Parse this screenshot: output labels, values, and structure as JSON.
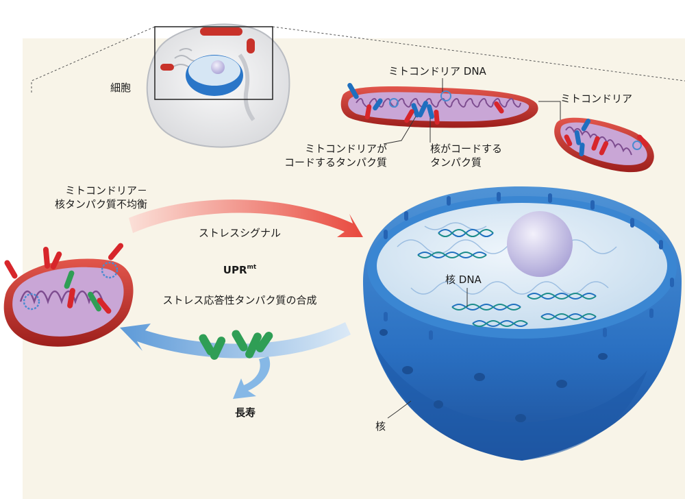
{
  "labels": {
    "cell": "細胞",
    "mito_dna": "ミトコンドリア DNA",
    "mitochondria": "ミトコンドリア",
    "mito_encoded_protein": [
      "ミトコンドリアが",
      "コードするタンパク質"
    ],
    "nuclear_encoded_protein": [
      "核がコードする",
      "タンパク質"
    ],
    "imbalance": [
      "ミトコンドリア－",
      "核タンパク質不均衡"
    ],
    "stress_signal": "ストレスシグナル",
    "upr": "UPR",
    "upr_sup": "mt",
    "synthesis": "ストレス応答性タンパク質の合成",
    "longevity": "長寿",
    "nuclear_dna": "核 DNA",
    "nucleus": "核"
  },
  "colors": {
    "background_panel": "#f8f4e8",
    "mito_outer": "#c8322a",
    "mito_inner": "#c9a6d6",
    "mito_encoded_protein": "#1f6fbf",
    "nuclear_encoded_protein": "#d7262b",
    "stress_response_protein": "#2f9e55",
    "nucleus_blue": "#2a76c8",
    "signal_arrow": "#f08a80",
    "response_arrow": "#86b8e6"
  }
}
